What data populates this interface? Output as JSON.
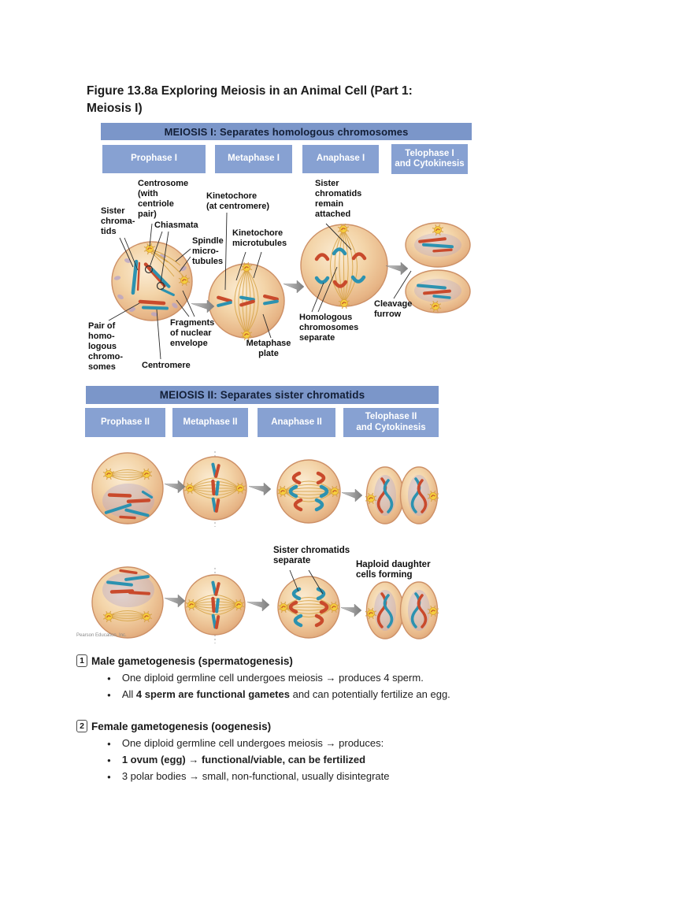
{
  "palette": {
    "banner_bg": "#7b96c9",
    "banner_text": "#131f37",
    "phase_bg": "#87a1d2",
    "phase_text": "#ffffff",
    "cell_edge": "#cd9066",
    "chrom_red": "#c94a2c",
    "chrom_teal": "#2c92b0",
    "spindle": "#d8a64b",
    "centrosome": "#f5ce3e",
    "fragment": "#b0a0cb",
    "arrow_gray": "#8c8c8c"
  },
  "title": "Figure 13.8a Exploring Meiosis in an Animal Cell (Part 1:\nMeiosis I)",
  "figure1": {
    "banner": "MEIOSIS I: Separates homologous chromosomes",
    "phases": [
      "Prophase I",
      "Metaphase I",
      "Anaphase I",
      "Telophase I\nand Cytokinesis"
    ],
    "labels": [
      "Centrosome\n(with\ncentriole\npair)",
      "Kinetochore\n(at centromere)",
      "Sister\nchroma-\ntids",
      "Chiasmata",
      "Spindle\nmicro-\ntubules",
      "Kinetochore\nmicrotubules",
      "Sister\nchromatids\nremain\nattached",
      "Homologous\nchromosomes\nseparate",
      "Cleavage\nfurrow",
      "Pair of\nhomo-\nlogous\nchromo-\nsomes",
      "Fragments\nof nuclear\nenvelope",
      "Centromere",
      "Metaphase\nplate"
    ]
  },
  "figure2": {
    "banner": "MEIOSIS II: Separates sister chromatids",
    "phases": [
      "Prophase II",
      "Metaphase II",
      "Anaphase II",
      "Telophase II\nand Cytokinesis"
    ],
    "labels": [
      "Sister chromatids\nseparate",
      "Haploid daughter\ncells forming"
    ]
  },
  "credit": "Pearson Education, Inc.",
  "notes": [
    {
      "number": "1",
      "heading": "Male gametogenesis (spermatogenesis)",
      "bullets": [
        {
          "pre": "One diploid germline cell undergoes meiosis → produces 4 sperm.",
          "bold": "",
          "post": ""
        },
        {
          "pre": "All ",
          "bold": "4 sperm are functional gametes",
          "post": " and can potentially fertilize an egg."
        }
      ]
    },
    {
      "number": "2",
      "heading": "Female gametogenesis (oogenesis)",
      "bullets": [
        {
          "pre": "One diploid germline cell undergoes meiosis → produces:",
          "bold": "",
          "post": ""
        },
        {
          "pre": "",
          "bold": "1 ovum (egg) → functional/viable, can be fertilized",
          "post": ""
        },
        {
          "pre": "3 polar bodies → small, non-functional, usually disintegrate",
          "bold": "",
          "post": ""
        }
      ]
    }
  ]
}
